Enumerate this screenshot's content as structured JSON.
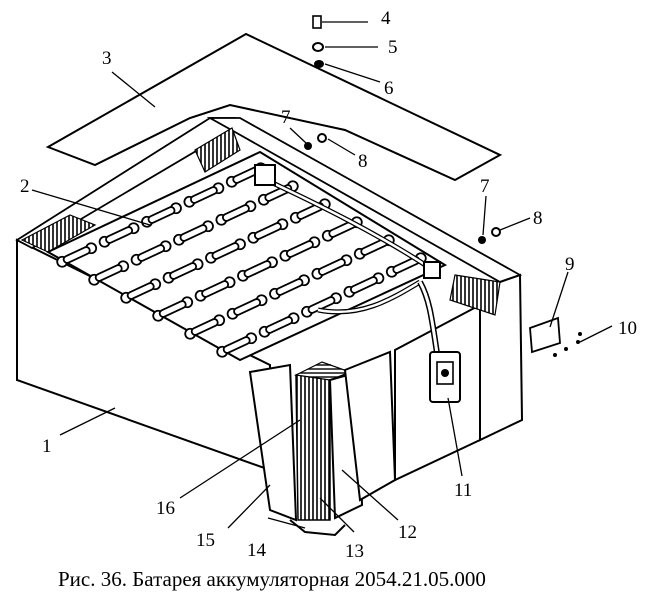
{
  "figure": {
    "caption": "Рис. 36. Батарея аккумуляторная 2054.21.05.000",
    "callouts": {
      "c1": "1",
      "c2": "2",
      "c3": "3",
      "c4": "4",
      "c5": "5",
      "c6": "6",
      "c7a": "7",
      "c7b": "7",
      "c8a": "8",
      "c8b": "8",
      "c9": "9",
      "c10": "10",
      "c11": "11",
      "c12": "12",
      "c13": "13",
      "c14": "14",
      "c15": "15",
      "c16": "16"
    }
  }
}
